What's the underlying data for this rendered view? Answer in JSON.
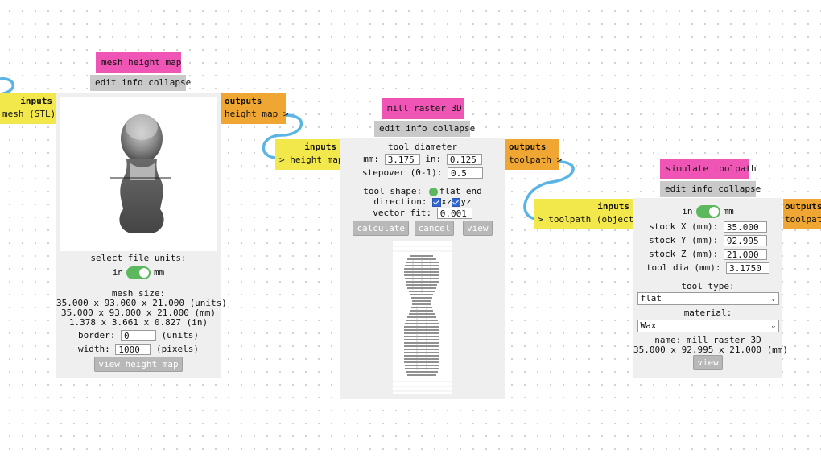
{
  "colors": {
    "title": "#ee55b4",
    "inputs": "#f3e84b",
    "outputs": "#f0a632",
    "wire": "#5ab5e5",
    "toggle": "#5cb85c"
  },
  "menu": {
    "edit": "edit",
    "info": "info",
    "collapse": "collapse"
  },
  "io": {
    "inputs": "inputs",
    "outputs": "outputs"
  },
  "left_stub": {
    "port": "mesh (STL)"
  },
  "mesh": {
    "title": "mesh height map",
    "output_port": "height map >",
    "units_label": "select file units:",
    "unit_in": "in",
    "unit_mm": "mm",
    "mesh_size_label": "mesh size:",
    "size_units": "35.000 x 93.000 x 21.000 (units)",
    "size_mm": "35.000 x 93.000 x 21.000 (mm)",
    "size_in": "1.378 x 3.661 x 0.827 (in)",
    "border_label": "border:",
    "border_value": "0",
    "border_unit": "(units)",
    "width_label": "width:",
    "width_value": "1000",
    "width_unit": "(pixels)",
    "view_button": "view height map"
  },
  "mill": {
    "title": "mill raster 3D",
    "input_port": "> height map",
    "output_port": "toolpath >",
    "tool_diameter_label": "tool diameter",
    "mm_label": "mm:",
    "mm_value": "3.175",
    "in_label": "in:",
    "in_value": "0.125",
    "stepover_label": "stepover (0-1):",
    "stepover_value": "0.5",
    "tool_shape_label": "tool shape:",
    "tool_shape_value": "flat end",
    "direction_label": "direction:",
    "dir_xz": "xz",
    "dir_yz": "yz",
    "vector_fit_label": "vector fit:",
    "vector_fit_value": "0.001",
    "calculate": "calculate",
    "cancel": "cancel",
    "view": "view"
  },
  "sim": {
    "title": "simulate toolpath",
    "input_port": "> toolpath (object)",
    "output_port": "toolpath",
    "unit_in": "in",
    "unit_mm": "mm",
    "stock_x_label": "stock X (mm):",
    "stock_x": "35.000",
    "stock_y_label": "stock Y (mm):",
    "stock_y": "92.995",
    "stock_z_label": "stock Z (mm):",
    "stock_z": "21.000",
    "tool_dia_label": "tool dia (mm):",
    "tool_dia": "3.1750",
    "tool_type_label": "tool type:",
    "tool_type": "flat",
    "material_label": "material:",
    "material": "Wax",
    "name_line": "name: mill raster 3D",
    "dims_line": "35.000 x 92.995 x 21.000 (mm)",
    "view": "view"
  }
}
